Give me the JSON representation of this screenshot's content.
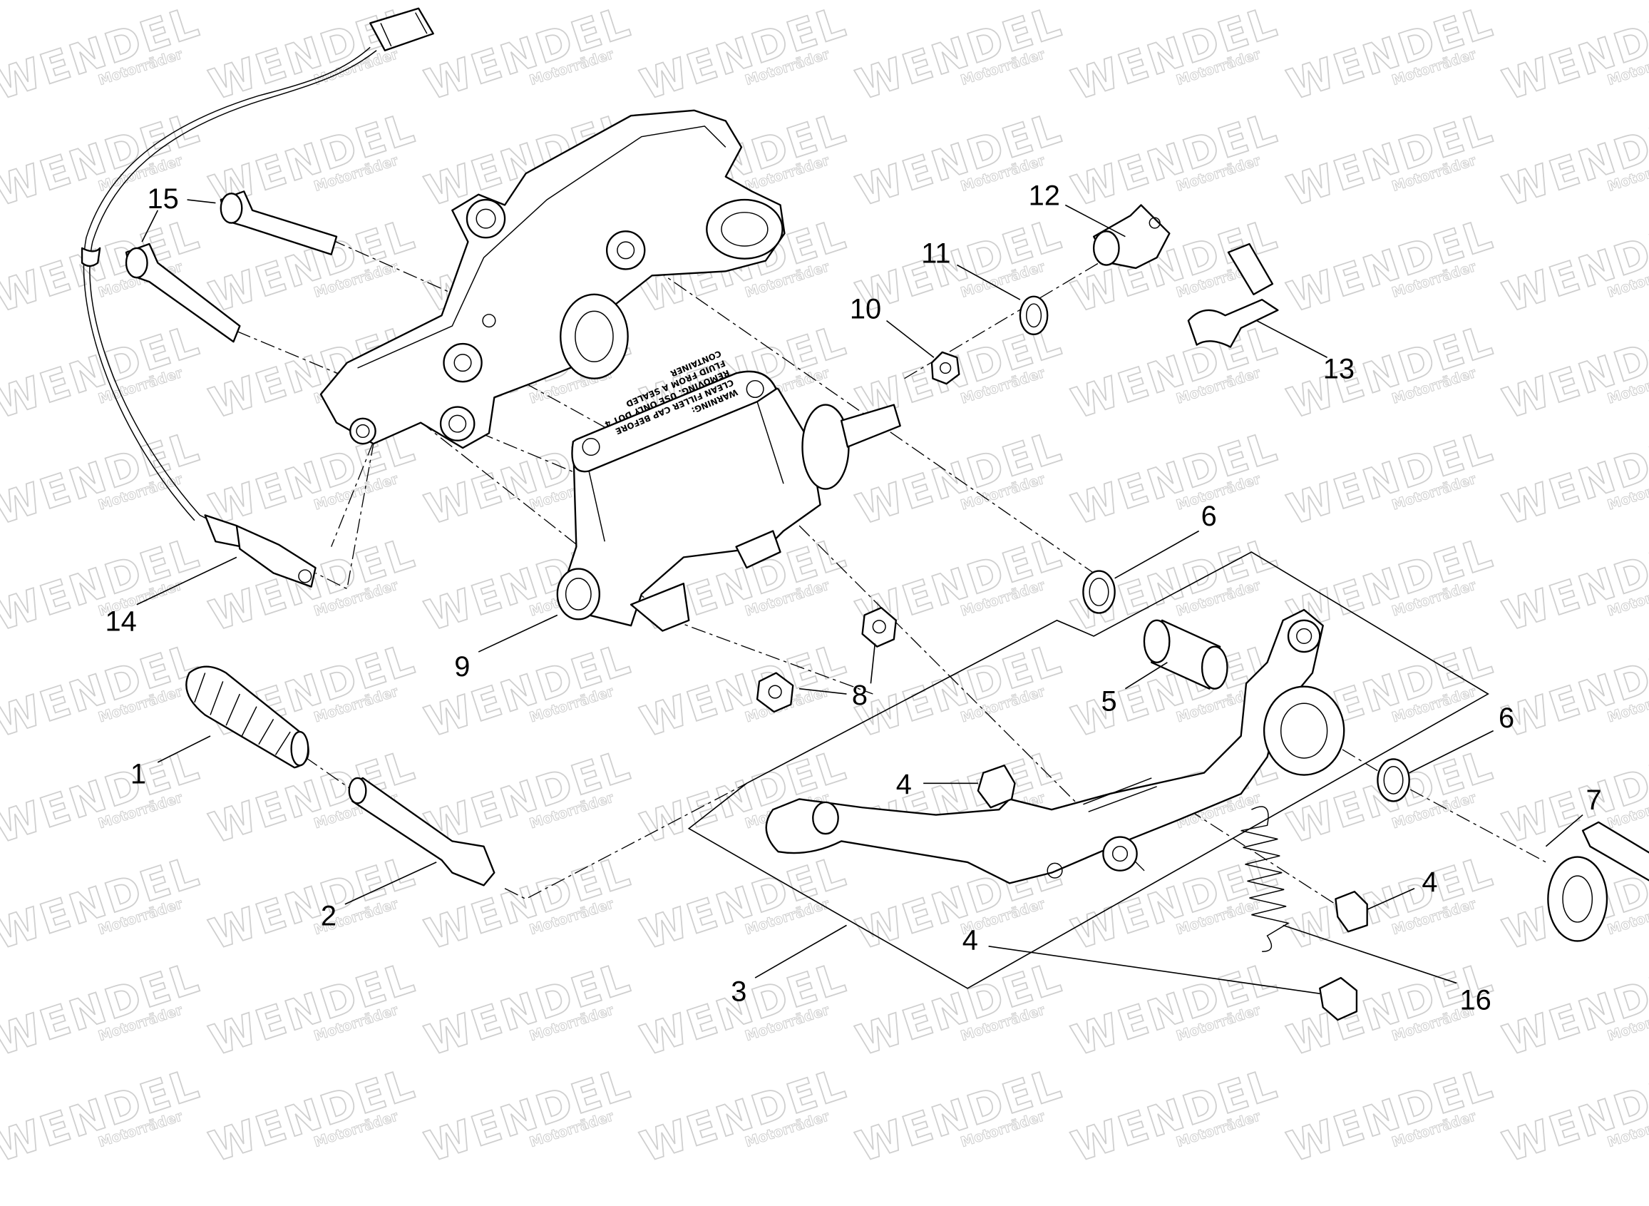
{
  "watermark": {
    "brand": "WENDEL",
    "sub": "Motorräder"
  },
  "reservoir_cap": {
    "lines": [
      "WARNING:",
      "CLEAN FILLER CAP BEFORE",
      "REMOVING. USE ONLY DOT 4",
      "FLUID FROM A SEALED",
      "CONTAINER"
    ]
  },
  "callouts": [
    {
      "label": "15"
    },
    {
      "label": "12"
    },
    {
      "label": "11"
    },
    {
      "label": "10"
    },
    {
      "label": "13"
    },
    {
      "label": "14"
    },
    {
      "label": "9"
    },
    {
      "label": "6"
    },
    {
      "label": "5"
    },
    {
      "label": "8"
    },
    {
      "label": "6"
    },
    {
      "label": "1"
    },
    {
      "label": "4"
    },
    {
      "label": "7"
    },
    {
      "label": "4"
    },
    {
      "label": "2"
    },
    {
      "label": "4"
    },
    {
      "label": "3"
    },
    {
      "label": "16"
    }
  ]
}
